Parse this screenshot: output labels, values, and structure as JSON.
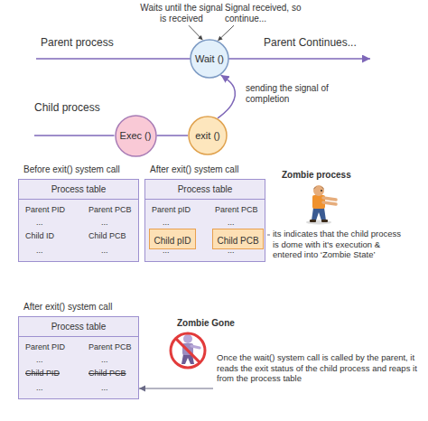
{
  "diagram": {
    "nodes": [
      {
        "text": [
          "Wait ()"
        ]
      },
      {
        "text": [
          "Exec ()"
        ]
      },
      {
        "text": [
          "exit ()"
        ]
      },
      {
        "text": [
          "Process table"
        ]
      },
      {
        "text": [
          "Process table"
        ]
      },
      {
        "text": [
          "Child pID"
        ],
        "in": 4
      },
      {
        "text": [
          "Child PCB"
        ],
        "in": 4
      },
      {
        "text": [
          "Process table"
        ]
      }
    ],
    "edges": [
      {
        "from": 2,
        "to": 0,
        "arrow": "to",
        "label": "sending the signal of completion"
      },
      {
        "from": 1,
        "to": 2,
        "arrow": "none"
      },
      {
        "from": 5,
        "to": 6,
        "arrow": "to"
      }
    ],
    "labels": [
      "Waits until the signal is received",
      "Signal received, so continue...",
      "Parent process",
      "Parent Continues...",
      "Child process",
      "Before exit() system call",
      "After exit() system call",
      "Parent PID",
      "Parent PCB",
      "...",
      "...",
      "Child ID",
      "Child PCB",
      "...",
      "...",
      "Parent pID",
      "Parent PCB",
      "...",
      "...",
      "...",
      "...",
      "Zombie process",
      "its indicates that the child process is dome with it's execution & entered into ‘Zombie State’",
      "After exit() system call",
      "Parent PID",
      "Parent PCB",
      "...",
      "...",
      "Child PID",
      "Child PCB",
      "...",
      "...",
      "Zombie Gone",
      "Once the wait() system call is called by the parent, it reads the exit status of the child process and reaps it from the process table"
    ]
  }
}
